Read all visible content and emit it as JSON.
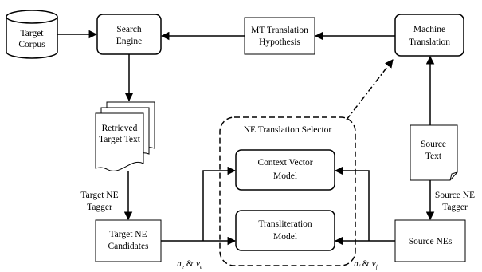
{
  "nodes": {
    "target_corpus": [
      "Target",
      "Corpus"
    ],
    "search_engine": [
      "Search",
      "Engine"
    ],
    "mt_hypothesis": [
      "MT Translation",
      "Hypothesis"
    ],
    "machine_translation": [
      "Machine",
      "Translation"
    ],
    "retrieved_text": [
      "Retrieved",
      "Target Text"
    ],
    "selector_title": "NE Translation Selector",
    "context_vector": [
      "Context Vector",
      "Model"
    ],
    "transliteration": [
      "Transliteration",
      "Model"
    ],
    "source_text": [
      "Source",
      "Text"
    ],
    "target_candidates": [
      "Target NE",
      "Candidates"
    ],
    "source_nes": "Source NEs"
  },
  "labels": {
    "target_tagger": [
      "Target NE",
      "Tagger"
    ],
    "source_tagger": [
      "Source NE",
      "Tagger"
    ],
    "ne_target": {
      "n": "n",
      "n_sub": "e",
      "amp": "&",
      "v": "v",
      "v_sub": "e"
    },
    "ne_source": {
      "n": "n",
      "n_sub": "f",
      "amp": "&",
      "v": "v",
      "v_sub": "f"
    }
  }
}
